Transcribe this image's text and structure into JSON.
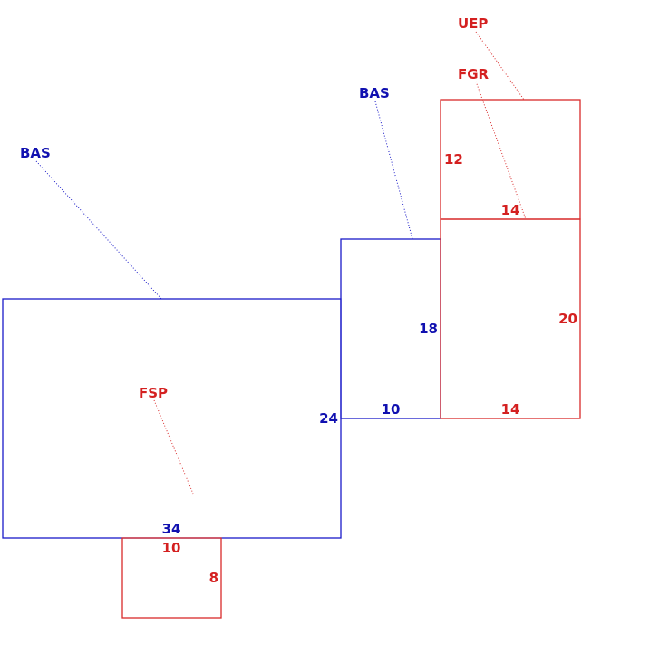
{
  "colors": {
    "bas": "#1010b0",
    "addition": "#d42020"
  },
  "areas": {
    "bas_main_code": "BAS",
    "bas_small_code": "BAS",
    "fsp_code": "FSP",
    "fgr_code": "FGR",
    "uep_code": "UEP"
  },
  "dimensions": {
    "bas_main_bottom": "34",
    "bas_main_right": "24",
    "bas_small_right": "18",
    "bas_small_bottom": "10",
    "fgr_right": "20",
    "fgr_bottom": "14",
    "uep_left": "12",
    "uep_bottom": "14",
    "fsp_top": "10",
    "fsp_right": "8"
  }
}
